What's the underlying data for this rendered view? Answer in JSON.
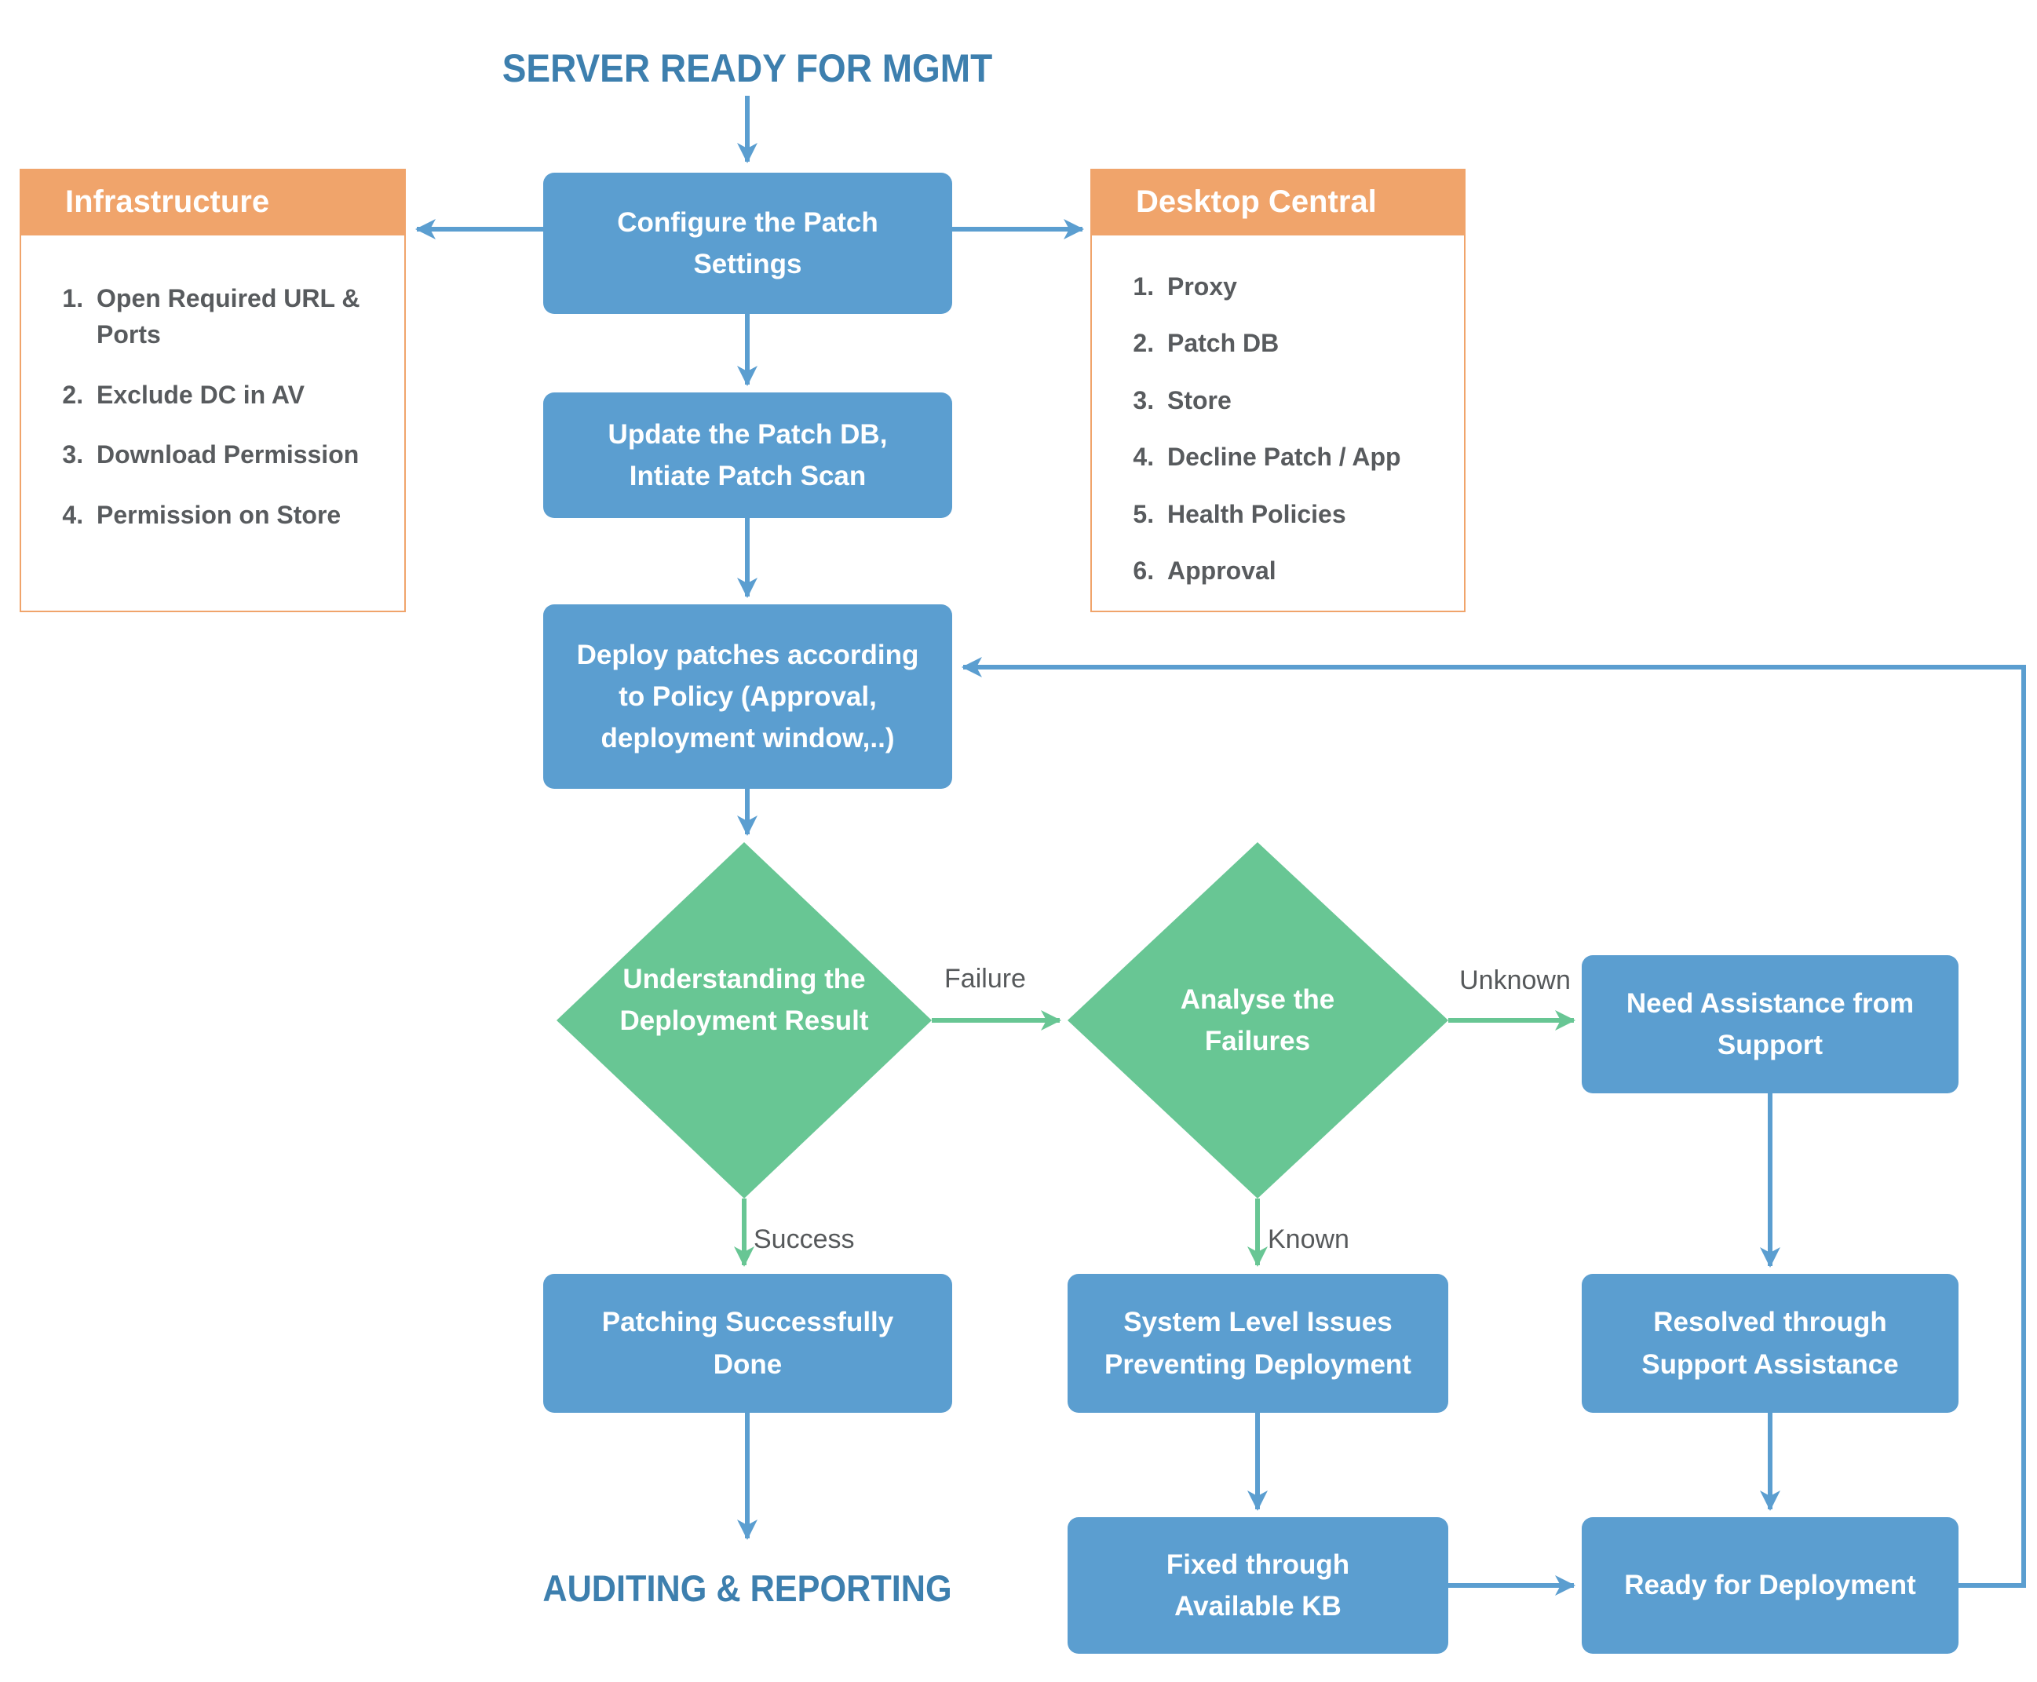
{
  "diagram": {
    "title": "SERVER READY FOR MGMT",
    "terminal": "AUDITING & REPORTING",
    "colors": {
      "box_blue": "#5b9ed0",
      "decision_green": "#68c694",
      "panel_orange": "#f0a46b",
      "heading_blue": "#3d7fae",
      "label_gray": "#56595b"
    },
    "panels": {
      "infrastructure": {
        "header": "Infrastructure",
        "items": [
          "Open Required URL & Ports",
          "Exclude DC in AV",
          "Download Permission",
          "Permission on Store"
        ]
      },
      "desktop_central": {
        "header": "Desktop Central",
        "items": [
          "Proxy",
          "Patch DB",
          "Store",
          "Decline Patch / App",
          "Health Policies",
          "Approval"
        ]
      }
    },
    "nodes": {
      "configure": "Configure the Patch Settings",
      "update": "Update the Patch DB, Intiate Patch Scan",
      "deploy": "Deploy patches according to Policy (Approval, deployment window,..)",
      "need": "Need Assistance from Support",
      "patching": "Patching Successfully Done",
      "system": "System Level Issues Preventing Deployment",
      "resolved": "Resolved through Support Assistance",
      "fixed": "Fixed through Available KB",
      "ready": "Ready for Deployment"
    },
    "decisions": {
      "understanding": "Understanding the Deployment Result",
      "analyse": "Analyse the Failures"
    },
    "edge_labels": {
      "failure": "Failure",
      "unknown": "Unknown",
      "success": "Success",
      "known": "Known"
    }
  }
}
